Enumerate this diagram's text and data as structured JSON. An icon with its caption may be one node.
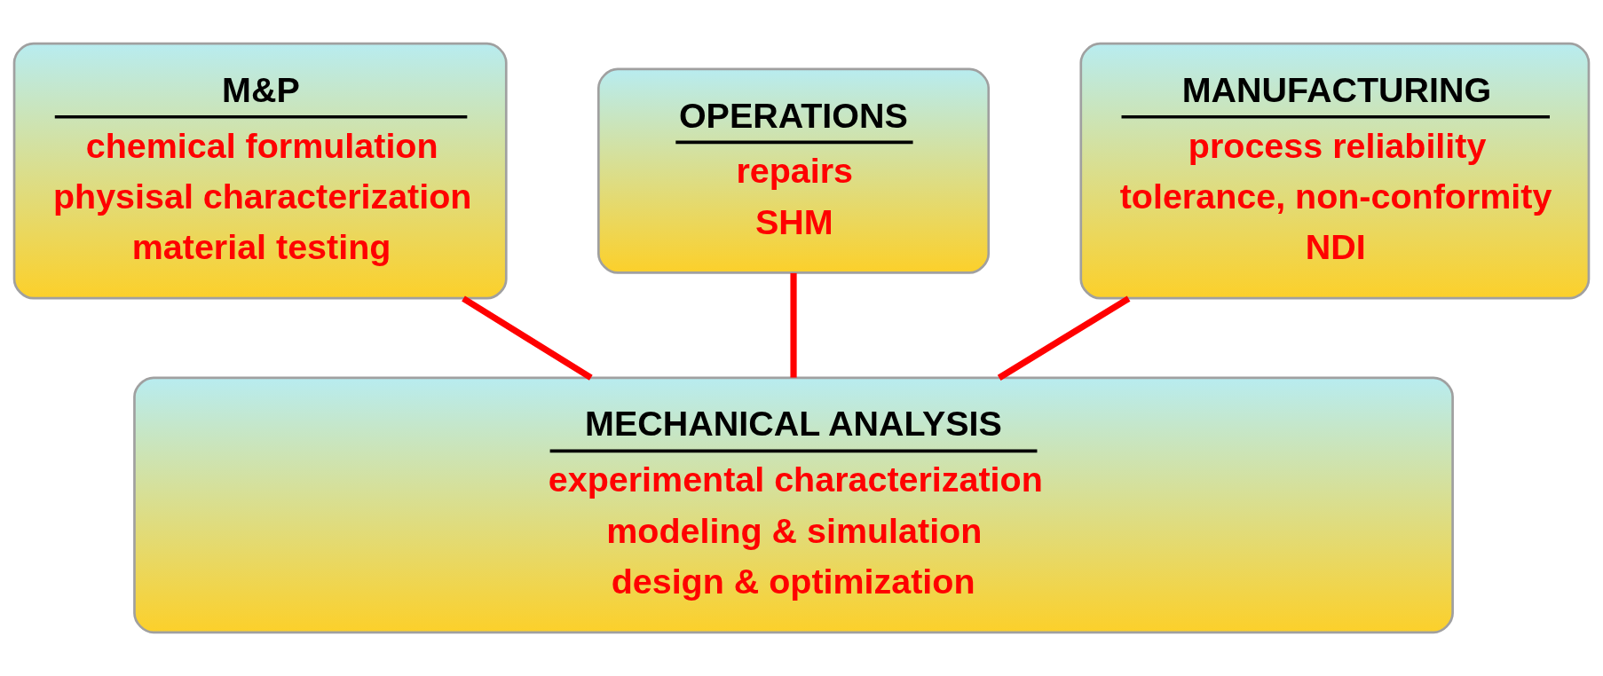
{
  "diagram": {
    "nodes": [
      {
        "text": [
          "M&P",
          "chemical formulation",
          "physisal characterization",
          "material testing"
        ]
      },
      {
        "text": [
          "OPERATIONS",
          "repairs",
          "SHM"
        ]
      },
      {
        "text": [
          "MANUFACTURING",
          "process reliability",
          "tolerance, non-conformity",
          "NDI"
        ]
      },
      {
        "text": [
          "MECHANICAL ANALYSIS",
          "experimental characterization",
          "modeling & simulation",
          "design & optimization"
        ]
      }
    ],
    "edges": [
      {
        "from": 0,
        "to": 3,
        "arrow": "none"
      },
      {
        "from": 1,
        "to": 3,
        "arrow": "none"
      },
      {
        "from": 2,
        "to": 3,
        "arrow": "none"
      }
    ]
  }
}
